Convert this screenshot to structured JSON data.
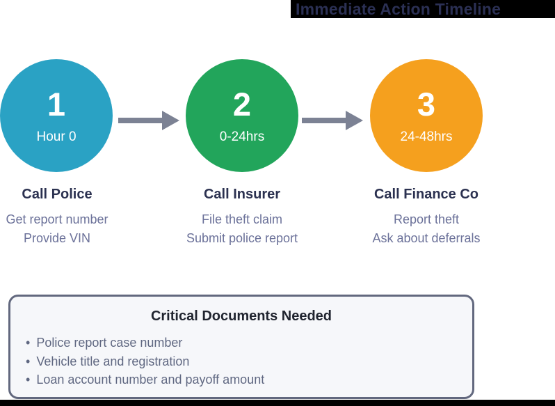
{
  "title": "Immediate Action Timeline",
  "steps": [
    {
      "number": "1",
      "time": "Hour 0",
      "heading": "Call Police",
      "lines": [
        "Get report number",
        "Provide VIN"
      ],
      "color": "#2aa2c4"
    },
    {
      "number": "2",
      "time": "0-24hrs",
      "heading": "Call Insurer",
      "lines": [
        "File theft claim",
        "Submit police report"
      ],
      "color": "#22a55b"
    },
    {
      "number": "3",
      "time": "24-48hrs",
      "heading": "Call Finance Co",
      "lines": [
        "Report theft",
        "Ask about deferrals"
      ],
      "color": "#f5a01e"
    }
  ],
  "documents_box": {
    "title": "Critical Documents Needed",
    "bullet": "•",
    "items": [
      "Police report case number",
      "Vehicle title and registration",
      "Loan account number and payoff amount"
    ]
  },
  "colors": {
    "step1_circle": "#2aa2c4",
    "step2_circle": "#22a55b",
    "step3_circle": "#f5a01e",
    "arrow": "#7c8294",
    "title_text": "#2b3054",
    "heading_text": "#2b3150",
    "body_text": "#6b7199",
    "box_border": "#62687e",
    "box_background": "#f6f7fa",
    "band_background": "#000000"
  }
}
